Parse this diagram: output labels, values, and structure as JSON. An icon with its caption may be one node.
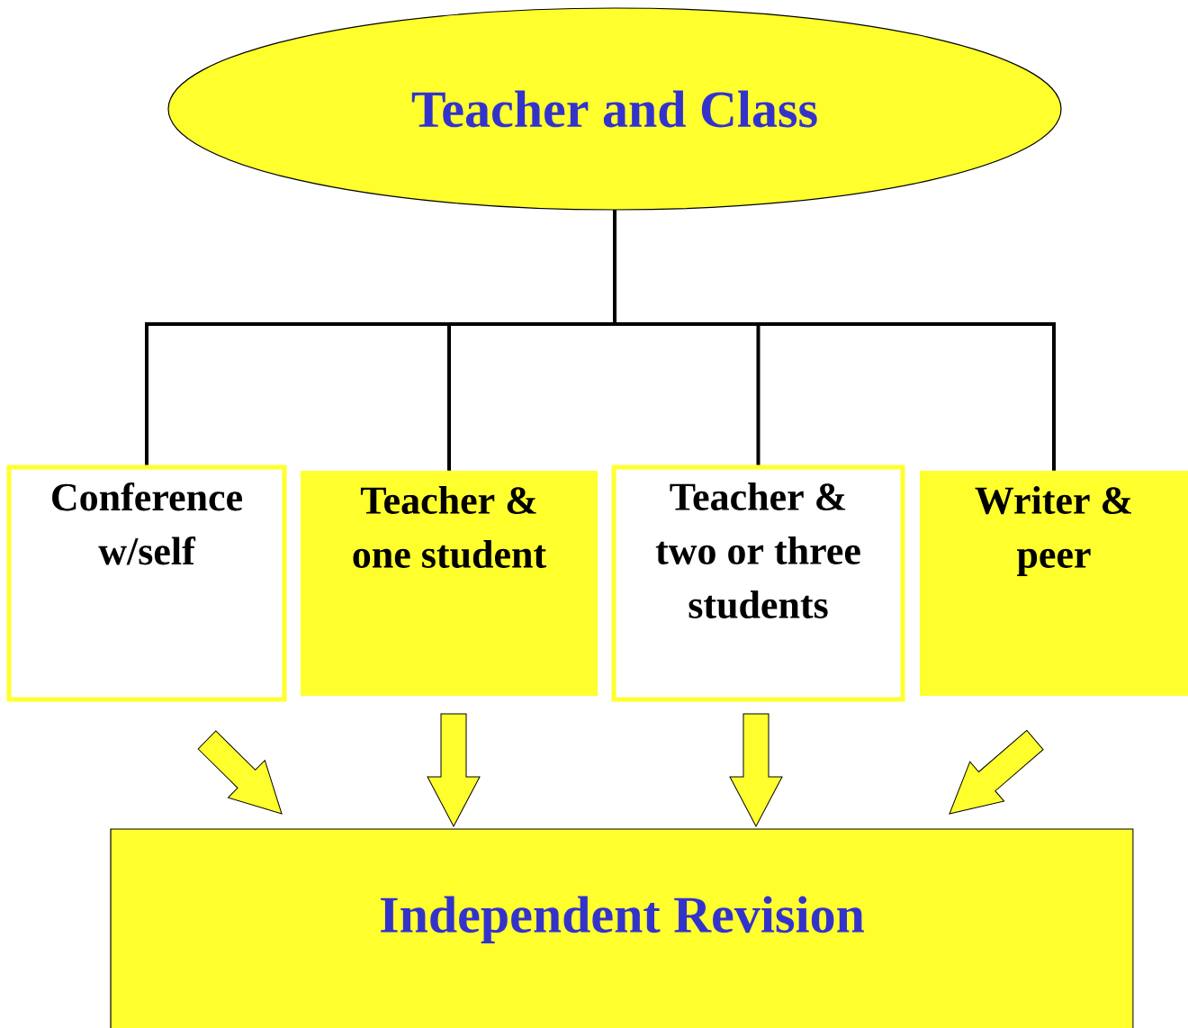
{
  "diagram": {
    "nodes": [
      {
        "text": [
          "Teacher and Class"
        ]
      },
      {
        "text": [
          "Conference w/self"
        ]
      },
      {
        "text": [
          "Teacher & one student"
        ]
      },
      {
        "text": [
          "Teacher & two or three students"
        ]
      },
      {
        "text": [
          "Writer & peer"
        ]
      },
      {
        "text": [
          "Independent Revision"
        ]
      }
    ],
    "edges": [
      {
        "from": 0,
        "to": 1,
        "arrow": "none"
      },
      {
        "from": 0,
        "to": 2,
        "arrow": "none"
      },
      {
        "from": 0,
        "to": 3,
        "arrow": "none"
      },
      {
        "from": 0,
        "to": 4,
        "arrow": "none"
      },
      {
        "from": 1,
        "to": 5,
        "arrow": "to"
      },
      {
        "from": 2,
        "to": 5,
        "arrow": "to"
      },
      {
        "from": 3,
        "to": 5,
        "arrow": "to"
      },
      {
        "from": 4,
        "to": 5,
        "arrow": "to"
      }
    ]
  }
}
